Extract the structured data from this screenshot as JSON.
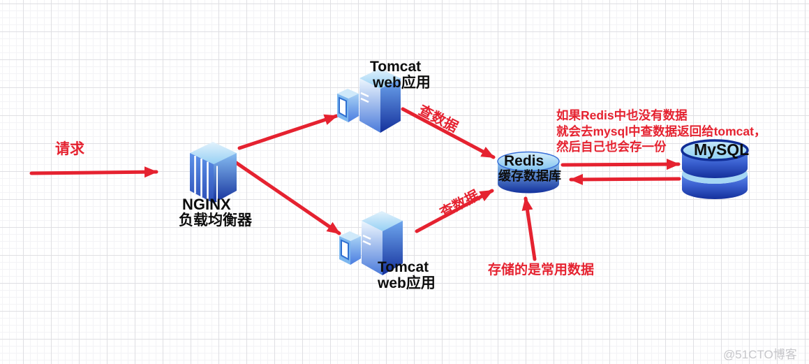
{
  "nodes": {
    "request": {
      "label": "请求"
    },
    "nginx": {
      "title": "NGINX",
      "subtitle": "负载均衡器"
    },
    "tomcat_top": {
      "title": "Tomcat",
      "subtitle": "web应用"
    },
    "tomcat_bottom": {
      "title": "Tomcat",
      "subtitle": "web应用"
    },
    "redis": {
      "title": "Redis",
      "subtitle": "缓存数据库"
    },
    "mysql": {
      "title": "MySQL"
    }
  },
  "edges": {
    "tomcat_top_to_redis": {
      "label": "查数据"
    },
    "tomcat_bottom_to_redis": {
      "label": "查数据"
    }
  },
  "annotations": {
    "mysql_note": {
      "line1": "如果Redis中也没有数据",
      "line2": "就会去mysql中查数据返回给tomcat，",
      "line3": "然后自己也会存一份"
    },
    "redis_note": "存储的是常用数据"
  },
  "watermark": "@51CTO博客",
  "colors": {
    "arrow_red": "#e52230",
    "label_black": "#0d0d0d",
    "icon_blue_light": "#8fd0f2",
    "icon_blue_dark": "#14309b",
    "watermark_gray": "#c6c6ca"
  }
}
